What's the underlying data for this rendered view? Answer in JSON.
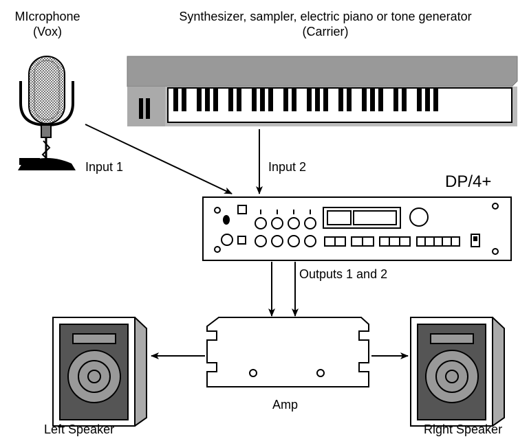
{
  "labels": {
    "mic_line1": "MIcrophone",
    "mic_line2": "(Vox)",
    "synth_line1": "Synthesizer, sampler, electric piano or tone generator",
    "synth_line2": "(Carrier)",
    "input1": "Input 1",
    "input2": "Input  2",
    "device": "DP/4+",
    "outputs": "Outputs 1 and 2",
    "amp": "Amp",
    "left_speaker": "Left Speaker",
    "right_speaker": "Right Speaker"
  },
  "colors": {
    "stroke": "#000000",
    "keyboard_top": "#999999",
    "keyboard_body": "#bbbbbb",
    "speaker_side": "#aaaaaa",
    "speaker_front": "#555555",
    "mic_grille": "#cccccc"
  }
}
